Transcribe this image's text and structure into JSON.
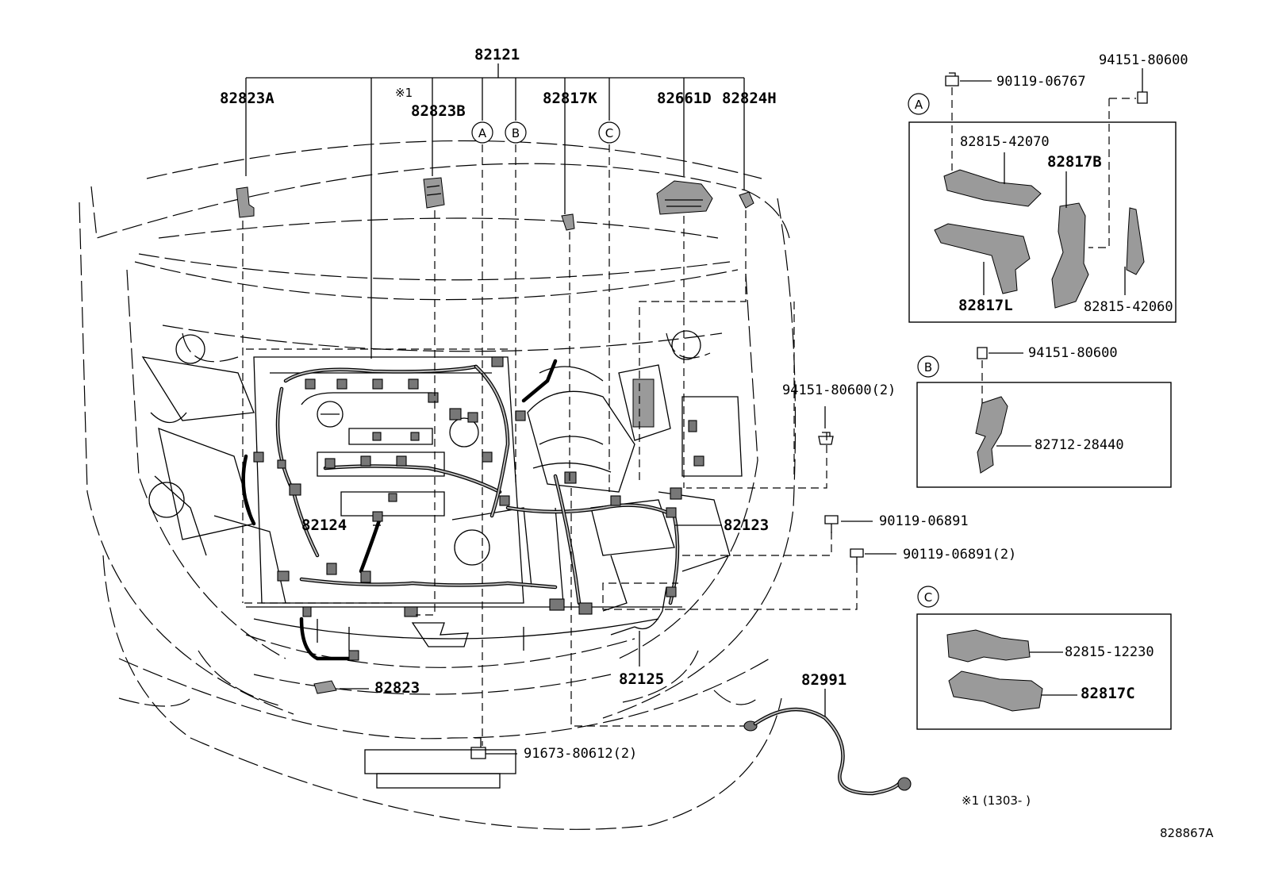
{
  "labels": {
    "l82121": "82121",
    "l82823A": "82823A",
    "l82823B": "82823B",
    "note_mark": "※1",
    "l82817K": "82817K",
    "l82661D": "82661D",
    "l82824H": "82824H",
    "l94151_80600_2": "94151-80600(2)",
    "l82124": "82124",
    "l82123": "82123",
    "l90119_06891": "90119-06891",
    "l90119_06891_2": "90119-06891(2)",
    "l82125": "82125",
    "l82823": "82823",
    "l82991": "82991",
    "l91673_80612_2": "91673-80612(2)",
    "note_text": "※1 (1303-     )",
    "drawing_id": "828867A"
  },
  "circles": {
    "a": "A",
    "b": "B",
    "c": "C"
  },
  "section_a": {
    "title": "A",
    "l94151_80600": "94151-80600",
    "l90119_06767": "90119-06767",
    "l82815_42070": "82815-42070",
    "l82817B": "82817B",
    "l82817L": "82817L",
    "l82815_42060": "82815-42060"
  },
  "section_b": {
    "title": "B",
    "l94151_80600": "94151-80600",
    "l82712_28440": "82712-28440"
  },
  "section_c": {
    "title": "C",
    "l82815_12230": "82815-12230",
    "l82817C": "82817C"
  }
}
